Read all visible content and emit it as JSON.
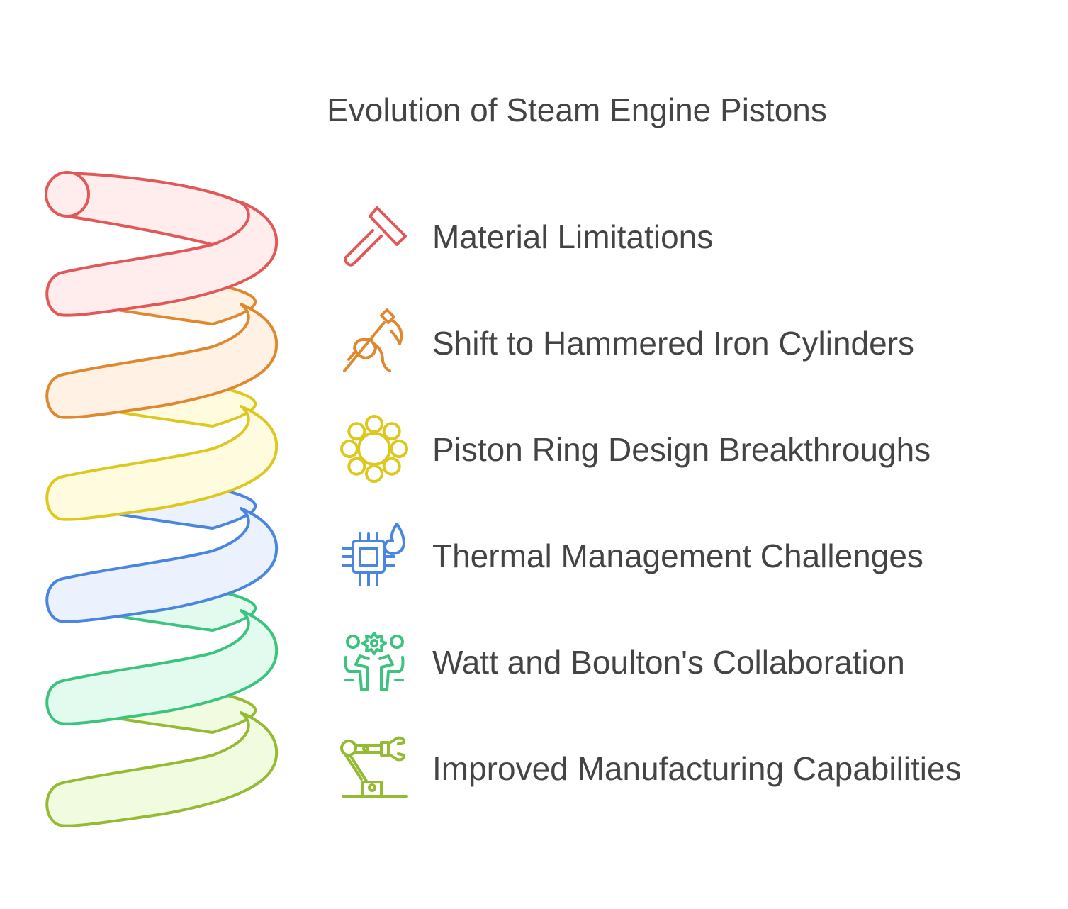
{
  "title": "Evolution of Steam Engine Pistons",
  "colors": {
    "red": "#e05858",
    "orange": "#e0882f",
    "yellow": "#dcc81f",
    "blue": "#4a86e0",
    "green": "#3cc47e",
    "olive": "#95bb35"
  },
  "items": [
    {
      "label": "Material Limitations",
      "icon": "hammer-icon",
      "color": "#e05858",
      "fill": "#ffecec"
    },
    {
      "label": "Shift to Hammered Iron Cylinders",
      "icon": "hand-hammer-icon",
      "color": "#e0882f",
      "fill": "#fff2e4"
    },
    {
      "label": "Piston Ring Design Breakthroughs",
      "icon": "ring-icon",
      "color": "#dcc81f",
      "fill": "#fffbdf"
    },
    {
      "label": "Thermal Management Challenges",
      "icon": "chip-flame-icon",
      "color": "#4a86e0",
      "fill": "#ebf2fe"
    },
    {
      "label": "Watt and Boulton's Collaboration",
      "icon": "collaboration-icon",
      "color": "#3cc47e",
      "fill": "#e3fbef"
    },
    {
      "label": "Improved Manufacturing Capabilities",
      "icon": "robot-arm-icon",
      "color": "#95bb35",
      "fill": "#f1fbdf"
    }
  ]
}
